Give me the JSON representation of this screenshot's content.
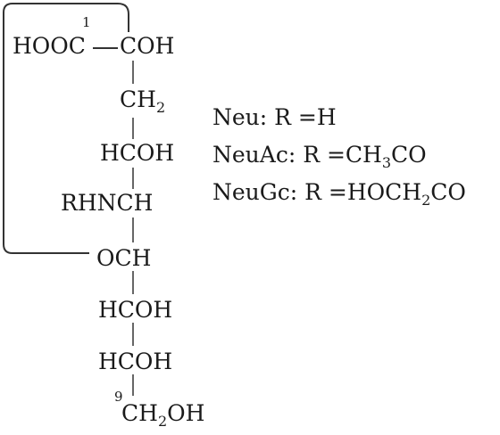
{
  "molecule": {
    "carbon_1_number": "1",
    "carbon_9_number": "9",
    "row1_left": "HOOC",
    "row1_right": "COH",
    "row2_main": "CH",
    "row2_sub": "2",
    "row3": "HCOH",
    "row4": "RHNCH",
    "row5": "OCH",
    "row6": "HCOH",
    "row7": "HCOH",
    "row8_ch": "CH",
    "row8_sub": "2",
    "row8_oh": "OH"
  },
  "legend": {
    "neu_label": "Neu:",
    "neu_formula": "R =H",
    "neuac_label": "NeuAc:",
    "neuac_prefix": "R =CH",
    "neuac_sub": "3",
    "neuac_suffix": "CO",
    "neugc_label": "NeuGc:",
    "neugc_prefix": "R =HOCH",
    "neugc_sub": "2",
    "neugc_suffix": "CO"
  },
  "colors": {
    "text": "#1a1a1a",
    "ring_bracket": "#333333",
    "bond_line": "#666666"
  }
}
